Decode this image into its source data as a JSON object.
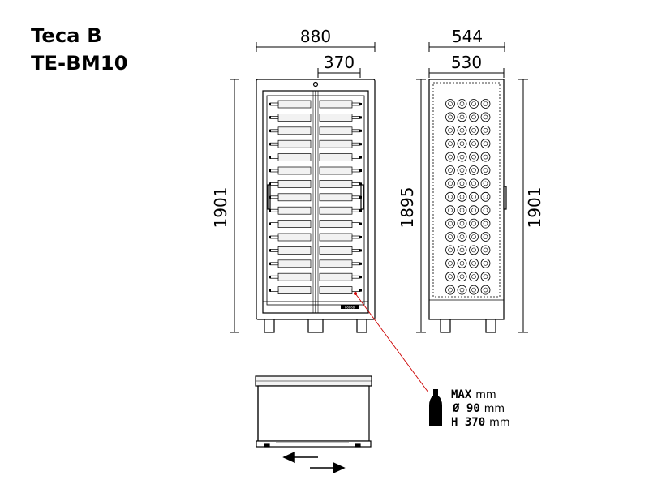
{
  "header": {
    "title": "Teca B",
    "model": "TE-BM10"
  },
  "dimensions": {
    "front_width": "880",
    "inner_width": "370",
    "side_depth": "544",
    "side_inner_depth": "530",
    "front_height": "1901",
    "side_inner_height": "1895",
    "side_height": "1901"
  },
  "bottle_spec": {
    "line1": "MAX",
    "line2": "Ø 90",
    "line3": "H 370",
    "unit": "mm"
  },
  "display_label": "88888",
  "colors": {
    "line": "#000000",
    "leader": "#cc0000",
    "shelf_light": "#f2f2f2"
  }
}
